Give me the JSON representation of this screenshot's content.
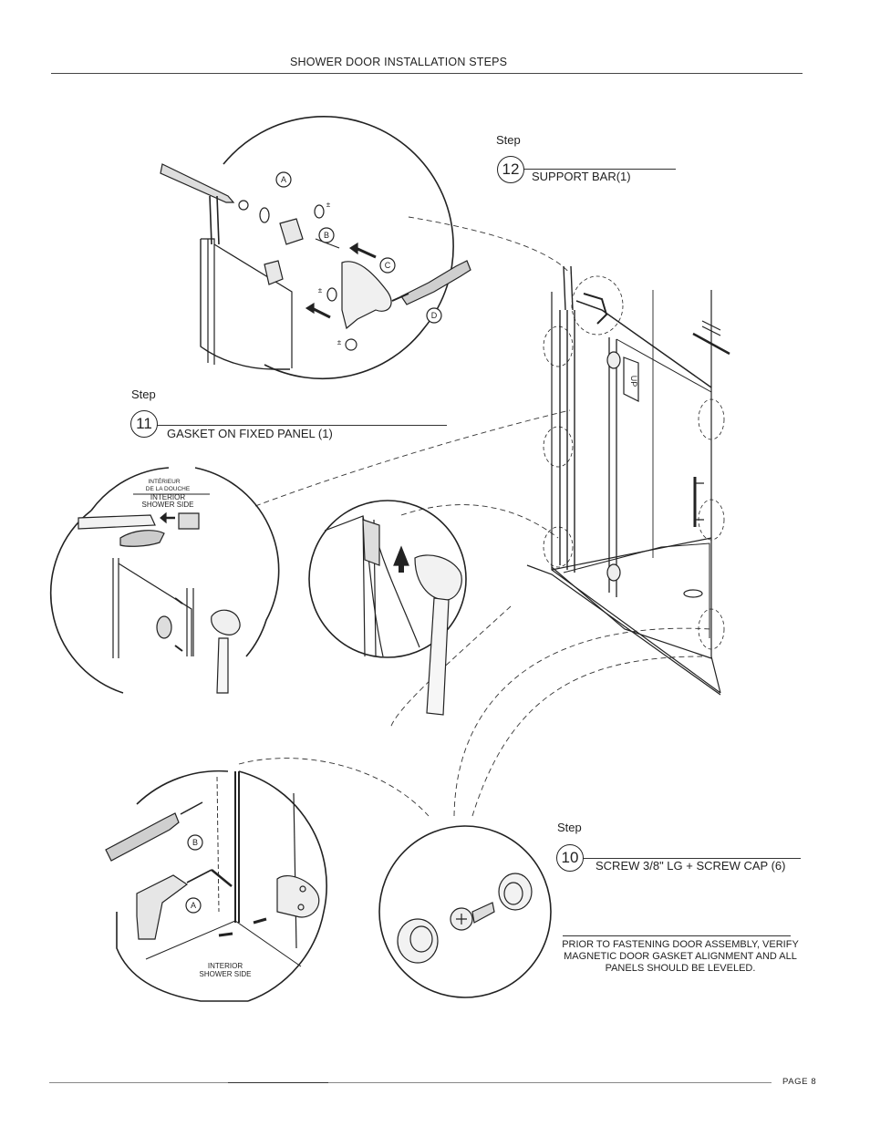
{
  "header": {
    "title": "SHOWER DOOR INSTALLATION STEPS"
  },
  "footer": {
    "page": "PAGE 8"
  },
  "step12": {
    "label": "Step",
    "number": "12",
    "desc": "SUPPORT BAR(1)"
  },
  "step11": {
    "label": "Step",
    "number": "11",
    "desc": "GASKET ON FIXED PANEL (1)"
  },
  "step10": {
    "label": "Step",
    "number": "10",
    "desc": "SCREW 3/8\" LG + SCREW CAP (6)"
  },
  "note": {
    "text": "PRIOR TO FASTENING DOOR ASSEMBLY, VERIFY MAGNETIC DOOR GASKET ALIGNMENT AND ALL PANELS SHOULD BE LEVELED."
  },
  "callouts": {
    "a_top": "A",
    "b_top": "B",
    "c_top": "C",
    "d_top": "D",
    "b_bottom": "B",
    "a_bottom": "A",
    "plusminus": "±",
    "interieur": "INTÉRIEUR",
    "de_la_douche": "DE LA   DOUCHE",
    "interior_shower_side": "INTERIOR",
    "shower_side": "SHOWER SIDE",
    "interior_bottom": "INTERIOR",
    "shower_side_bottom": "SHOWER SIDE",
    "up": "UP",
    "equal": "="
  }
}
